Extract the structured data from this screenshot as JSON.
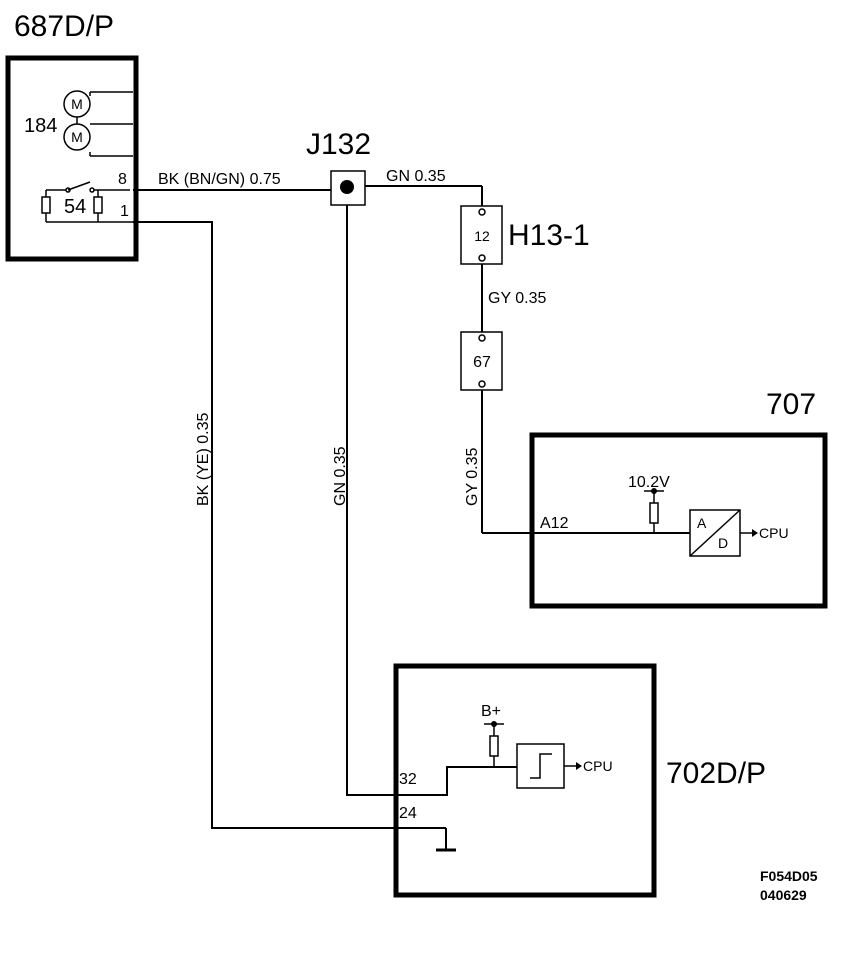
{
  "components": {
    "c687": {
      "id": "687D/P",
      "motor_label": "184",
      "motor_symbol": "M",
      "switch_label": "54",
      "pin_8": "8",
      "pin_1": "1"
    },
    "j132": {
      "id": "J132"
    },
    "h131": {
      "id": "H13-1",
      "pin": "12"
    },
    "conn67": {
      "pin": "67"
    },
    "c707": {
      "id": "707",
      "pin": "A12",
      "voltage": "10.2V",
      "adc_a": "A",
      "adc_d": "D",
      "cpu": "CPU"
    },
    "c702": {
      "id": "702D/P",
      "pin_32": "32",
      "pin_24": "24",
      "supply": "B+",
      "cpu": "CPU"
    }
  },
  "wires": {
    "w_8_j132": "BK (BN/GN)  0.75",
    "w_j132_h131": "GN  0.35",
    "w_h131_67": "GY  0.35",
    "w_67_707": "GY  0.35",
    "w_1_702": "BK  (YE)  0.35",
    "w_j132_702": "GN  0.35"
  },
  "figure": {
    "code": "F054D05",
    "date": "040629"
  }
}
